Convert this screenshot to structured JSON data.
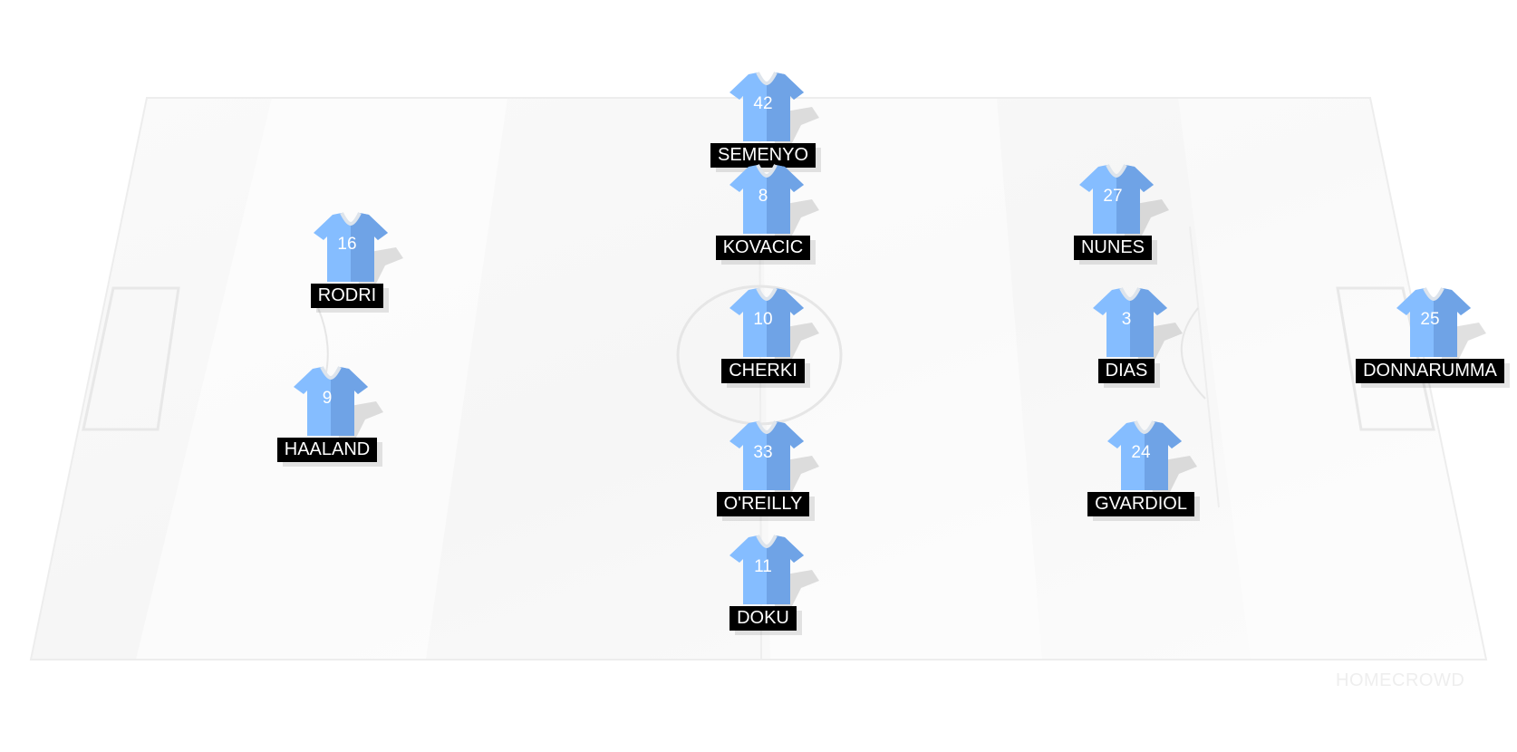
{
  "formation": {
    "players": [
      {
        "number": "42",
        "name": "SEMENYO"
      },
      {
        "number": "8",
        "name": "KOVACIC"
      },
      {
        "number": "27",
        "name": "NUNES"
      },
      {
        "number": "16",
        "name": "RODRI"
      },
      {
        "number": "10",
        "name": "CHERKI"
      },
      {
        "number": "3",
        "name": "DIAS"
      },
      {
        "number": "25",
        "name": "DONNARUMMA"
      },
      {
        "number": "9",
        "name": "HAALAND"
      },
      {
        "number": "33",
        "name": "O'REILLY"
      },
      {
        "number": "24",
        "name": "GVARDIOL"
      },
      {
        "number": "11",
        "name": "DOKU"
      }
    ]
  },
  "branding": {
    "watermark": "HOMECROWD"
  },
  "colors": {
    "shirt_light": "#85bdff",
    "shirt_dark": "#6fa3e6",
    "collar": "#dde4ec",
    "label_bg": "#000000",
    "label_text": "#ffffff",
    "pitch_line": "#ececec"
  }
}
